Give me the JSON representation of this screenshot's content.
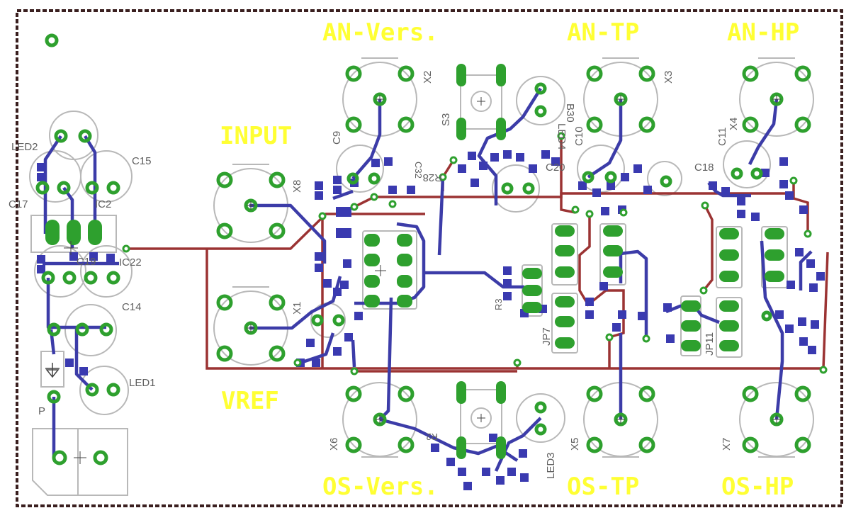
{
  "board": {
    "colors": {
      "background": "#ffffff",
      "outline": "#3a1f1f",
      "silkscreen_grey": "#b8b8b8",
      "pad_green": "#2ea02e",
      "top_trace": "#9b3333",
      "bottom_trace": "#3c3ca8",
      "smd_blue": "#3a3ab0",
      "label_yellow": "#ffff33"
    }
  },
  "labels": {
    "an_vers": "AN-Vers.",
    "an_tp": "AN-TP",
    "an_hp": "AN-HP",
    "input": "INPUT",
    "vref": "VREF",
    "os_vers": "OS-Vers.",
    "os_tp": "OS-TP",
    "os_hp": "OS-HP"
  },
  "refdes": {
    "led2": "LED2",
    "c15": "C15",
    "c17": "C17",
    "ic2": "IC2",
    "c19": "C19",
    "ic22": "IC22",
    "c14": "C14",
    "led1": "LED1",
    "p": "P",
    "x8": "X8",
    "x1": "X1",
    "x6": "X6",
    "x2": "X2",
    "s3": "S3",
    "c9": "C9",
    "b30": "B30",
    "led4": "LED4",
    "r28": "R28",
    "c20": "C20",
    "x3": "X3",
    "c10": "C10",
    "x4": "X4",
    "c11": "C11",
    "c18": "C18",
    "jp7": "JP7",
    "jp11": "JP11",
    "led3": "LED3",
    "x5": "X5",
    "x7": "X7",
    "r2": "R2",
    "r3": "R3",
    "c32": "C32"
  }
}
